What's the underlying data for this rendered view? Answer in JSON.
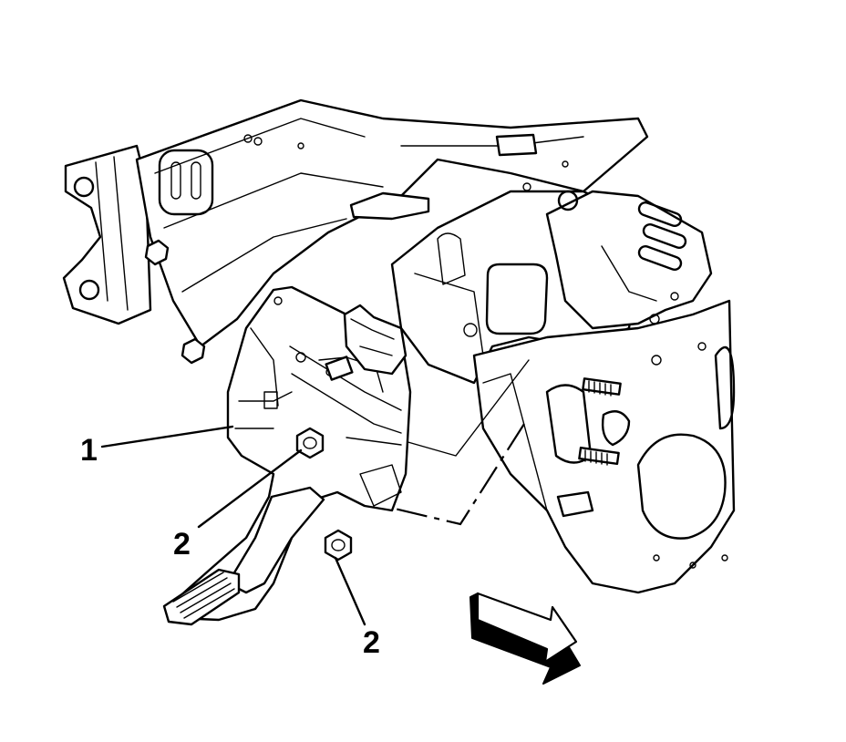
{
  "callouts": {
    "pedal_assembly": "1",
    "nut_upper": "2",
    "nut_lower": "2"
  },
  "icons": {
    "direction_arrow": "forward-arrow-icon"
  },
  "colors": {
    "line": "#000000",
    "background": "#ffffff"
  }
}
